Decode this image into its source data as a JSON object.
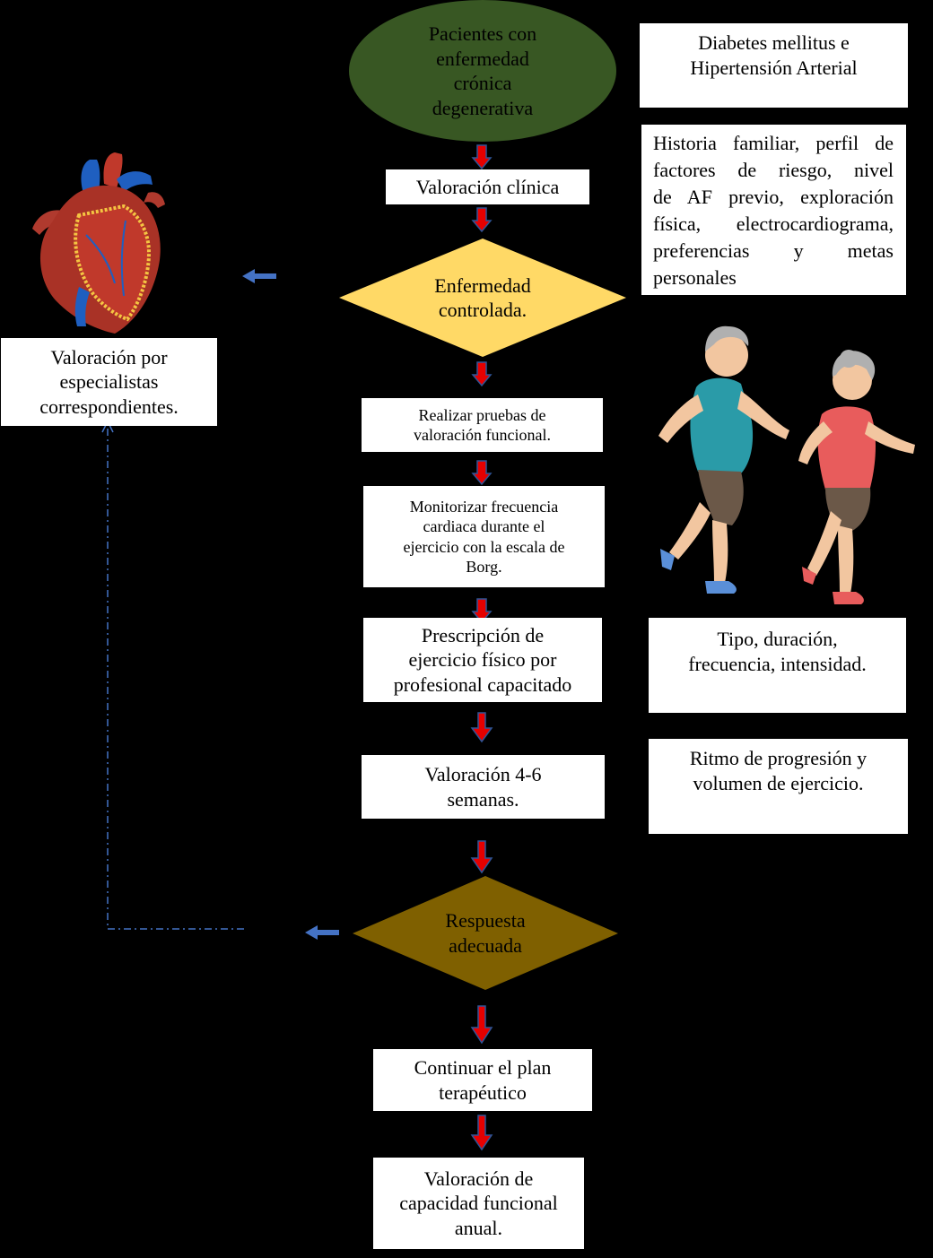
{
  "colors": {
    "background": "#000000",
    "start_ellipse": "#385723",
    "decision_1": "#FFD966",
    "decision_2": "#7F6000",
    "down_arrow_fill": "#E60000",
    "down_arrow_stroke": "#2F5597",
    "left_arrow": "#4472C4",
    "dashed_line": "#4472C4"
  },
  "nodes": {
    "start": "Pacientes con\nenfermedad\ncrónica\ndegenerativa",
    "clinical_assessment": "Valoración clínica",
    "decision_controlled": "Enfermedad\ncontrolada.",
    "functional_tests": "Realizar pruebas de\nvaloración funcional.",
    "monitor_hr": "Monitorizar frecuencia\ncardiaca durante el\nejercicio con la escala de\nBorg.",
    "prescription": "Prescripción de\nejercicio físico por\nprofesional capacitado",
    "assessment_weeks": "Valoración 4-6\nsemanas.",
    "decision_response": "Respuesta\nadecuada",
    "continue_plan": "Continuar el plan\nterapéutico",
    "annual_assessment": "Valoración de\ncapacidad funcional\nanual.",
    "specialists": "Valoración por\nespecialistas\ncorrespondientes."
  },
  "notes": {
    "diseases": "Diabetes mellitus e\nHipertensión Arterial",
    "clinical_lines": [
      "Historia familiar, perfil de",
      "factores de riesgo, nivel",
      "de AF previo, exploración",
      "física, electrocardiograma,",
      "preferencias y metas",
      "personales"
    ],
    "exercise_params": "Tipo, duración,\nfrecuencia, intensidad.",
    "progression": "Ritmo de progresión y\nvolumen de ejercicio."
  },
  "images": {
    "heart": "heart-illustration",
    "runners": "elderly-couple-jogging-illustration"
  }
}
